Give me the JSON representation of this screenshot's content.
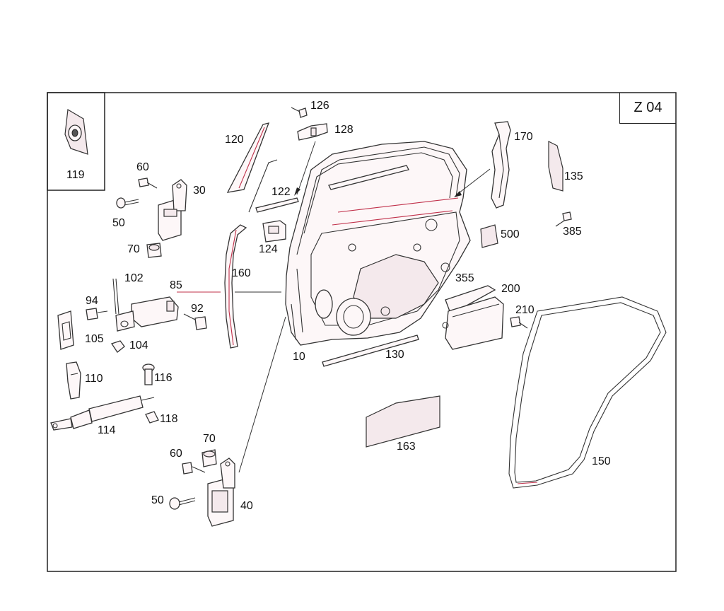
{
  "diagram": {
    "group_code": "Z 04",
    "labels": {
      "p119": "119",
      "p126": "126",
      "p128": "128",
      "p120": "120",
      "p122": "122",
      "p124": "124",
      "p170": "170",
      "p135": "135",
      "p385": "385",
      "p500": "500",
      "p60a": "60",
      "p30": "30",
      "p50a": "50",
      "p70a": "70",
      "p102": "102",
      "p85": "85",
      "p160": "160",
      "p94": "94",
      "p92": "92",
      "p105": "105",
      "p104": "104",
      "p110": "110",
      "p116": "116",
      "p118": "118",
      "p114": "114",
      "p10": "10",
      "p130": "130",
      "p355": "355",
      "p200": "200",
      "p210": "210",
      "p163": "163",
      "p150": "150",
      "p70b": "70",
      "p60b": "60",
      "p50b": "50",
      "p40": "40"
    }
  }
}
